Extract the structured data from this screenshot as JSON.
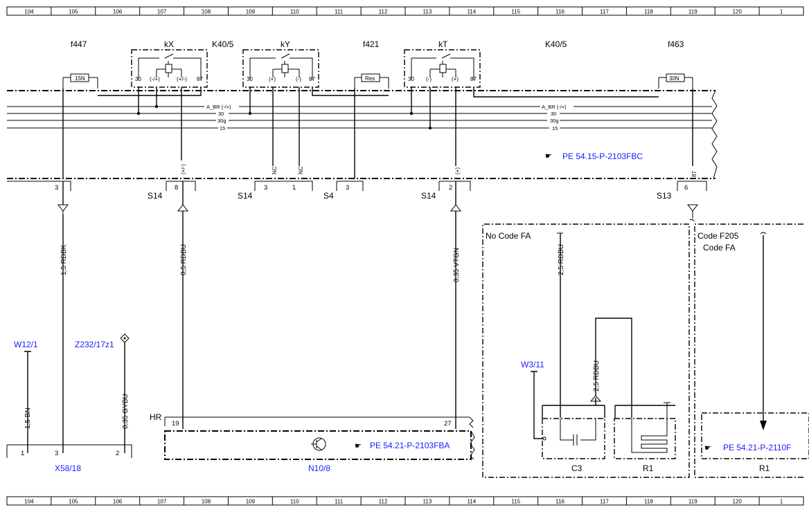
{
  "grid": {
    "columns": [
      "104",
      "105",
      "106",
      "107",
      "108",
      "109",
      "110",
      "111",
      "112",
      "113",
      "114",
      "115",
      "116",
      "117",
      "118",
      "119",
      "120",
      "1"
    ]
  },
  "components": {
    "f447": "f447",
    "kX": "kX",
    "k40_left": "K40/5",
    "kY": "kY",
    "f421": "f421",
    "kT": "kT",
    "k40_right": "K40/5",
    "f463": "f463",
    "fuse_15N": "15N",
    "fuse_Res": "Res",
    "fuse_30N": "30N"
  },
  "relay_pins": {
    "kX": [
      "30",
      "(-/+)",
      "(+/-)",
      "87"
    ],
    "kY": [
      "30",
      "(+)",
      "(-)",
      "87"
    ],
    "kT": [
      "30",
      "(-)",
      "(+)",
      "87"
    ]
  },
  "bus": {
    "left": [
      "A_BR (-/+)",
      "30",
      "30g",
      "15"
    ],
    "right": [
      "A_BR (-/+)",
      "30",
      "30g",
      "15"
    ]
  },
  "references": {
    "pe_2103FBC": "PE 54.15-P-2103FBC",
    "pe_2103FBA": "PE 54.21-P-2103FBA",
    "pe_2110F": "PE 54.21-P-2110F"
  },
  "connectors": {
    "pin3_a": "3",
    "pin8": "8",
    "pin_neg_label": "(+/-)",
    "pin3_b": "3",
    "pin1": "1",
    "pin3_c": "3",
    "pin2": "2",
    "pin_pos_label": "(+)",
    "pin6": "6",
    "pin87": "87",
    "nc_a": "NC",
    "nc_b": "NC",
    "S14_a": "S14",
    "S14_b": "S14",
    "S4": "S4",
    "S14_c": "S14",
    "S13": "S13"
  },
  "wires": {
    "w1": "1,5 RDBK",
    "w2": "0,5 RDBU",
    "w3": "0,35 VTGN",
    "w4": "2,5 RDBU",
    "w5": "2,5 RDBU",
    "w6": "1,5 BN",
    "w7": "0,35 GYBU"
  },
  "lower": {
    "W12_1": "W12/1",
    "Z232": "Z232/17z1",
    "X58_18": "X58/18",
    "x58_pin1": "1",
    "x58_pin3": "3",
    "x58_pin2": "2",
    "HR": "HR",
    "hr_pin19": "19",
    "hr_pin27": "27",
    "N10_8": "N10/8",
    "no_code_fa": "No Code FA",
    "code_f205": "Code F205",
    "code_fa": "Code FA",
    "W3_11": "W3/11",
    "C3": "C3",
    "R1_a": "R1",
    "R1_b": "R1"
  },
  "colors": {
    "reference_blue": "#1a1aff",
    "line": "#000000"
  }
}
